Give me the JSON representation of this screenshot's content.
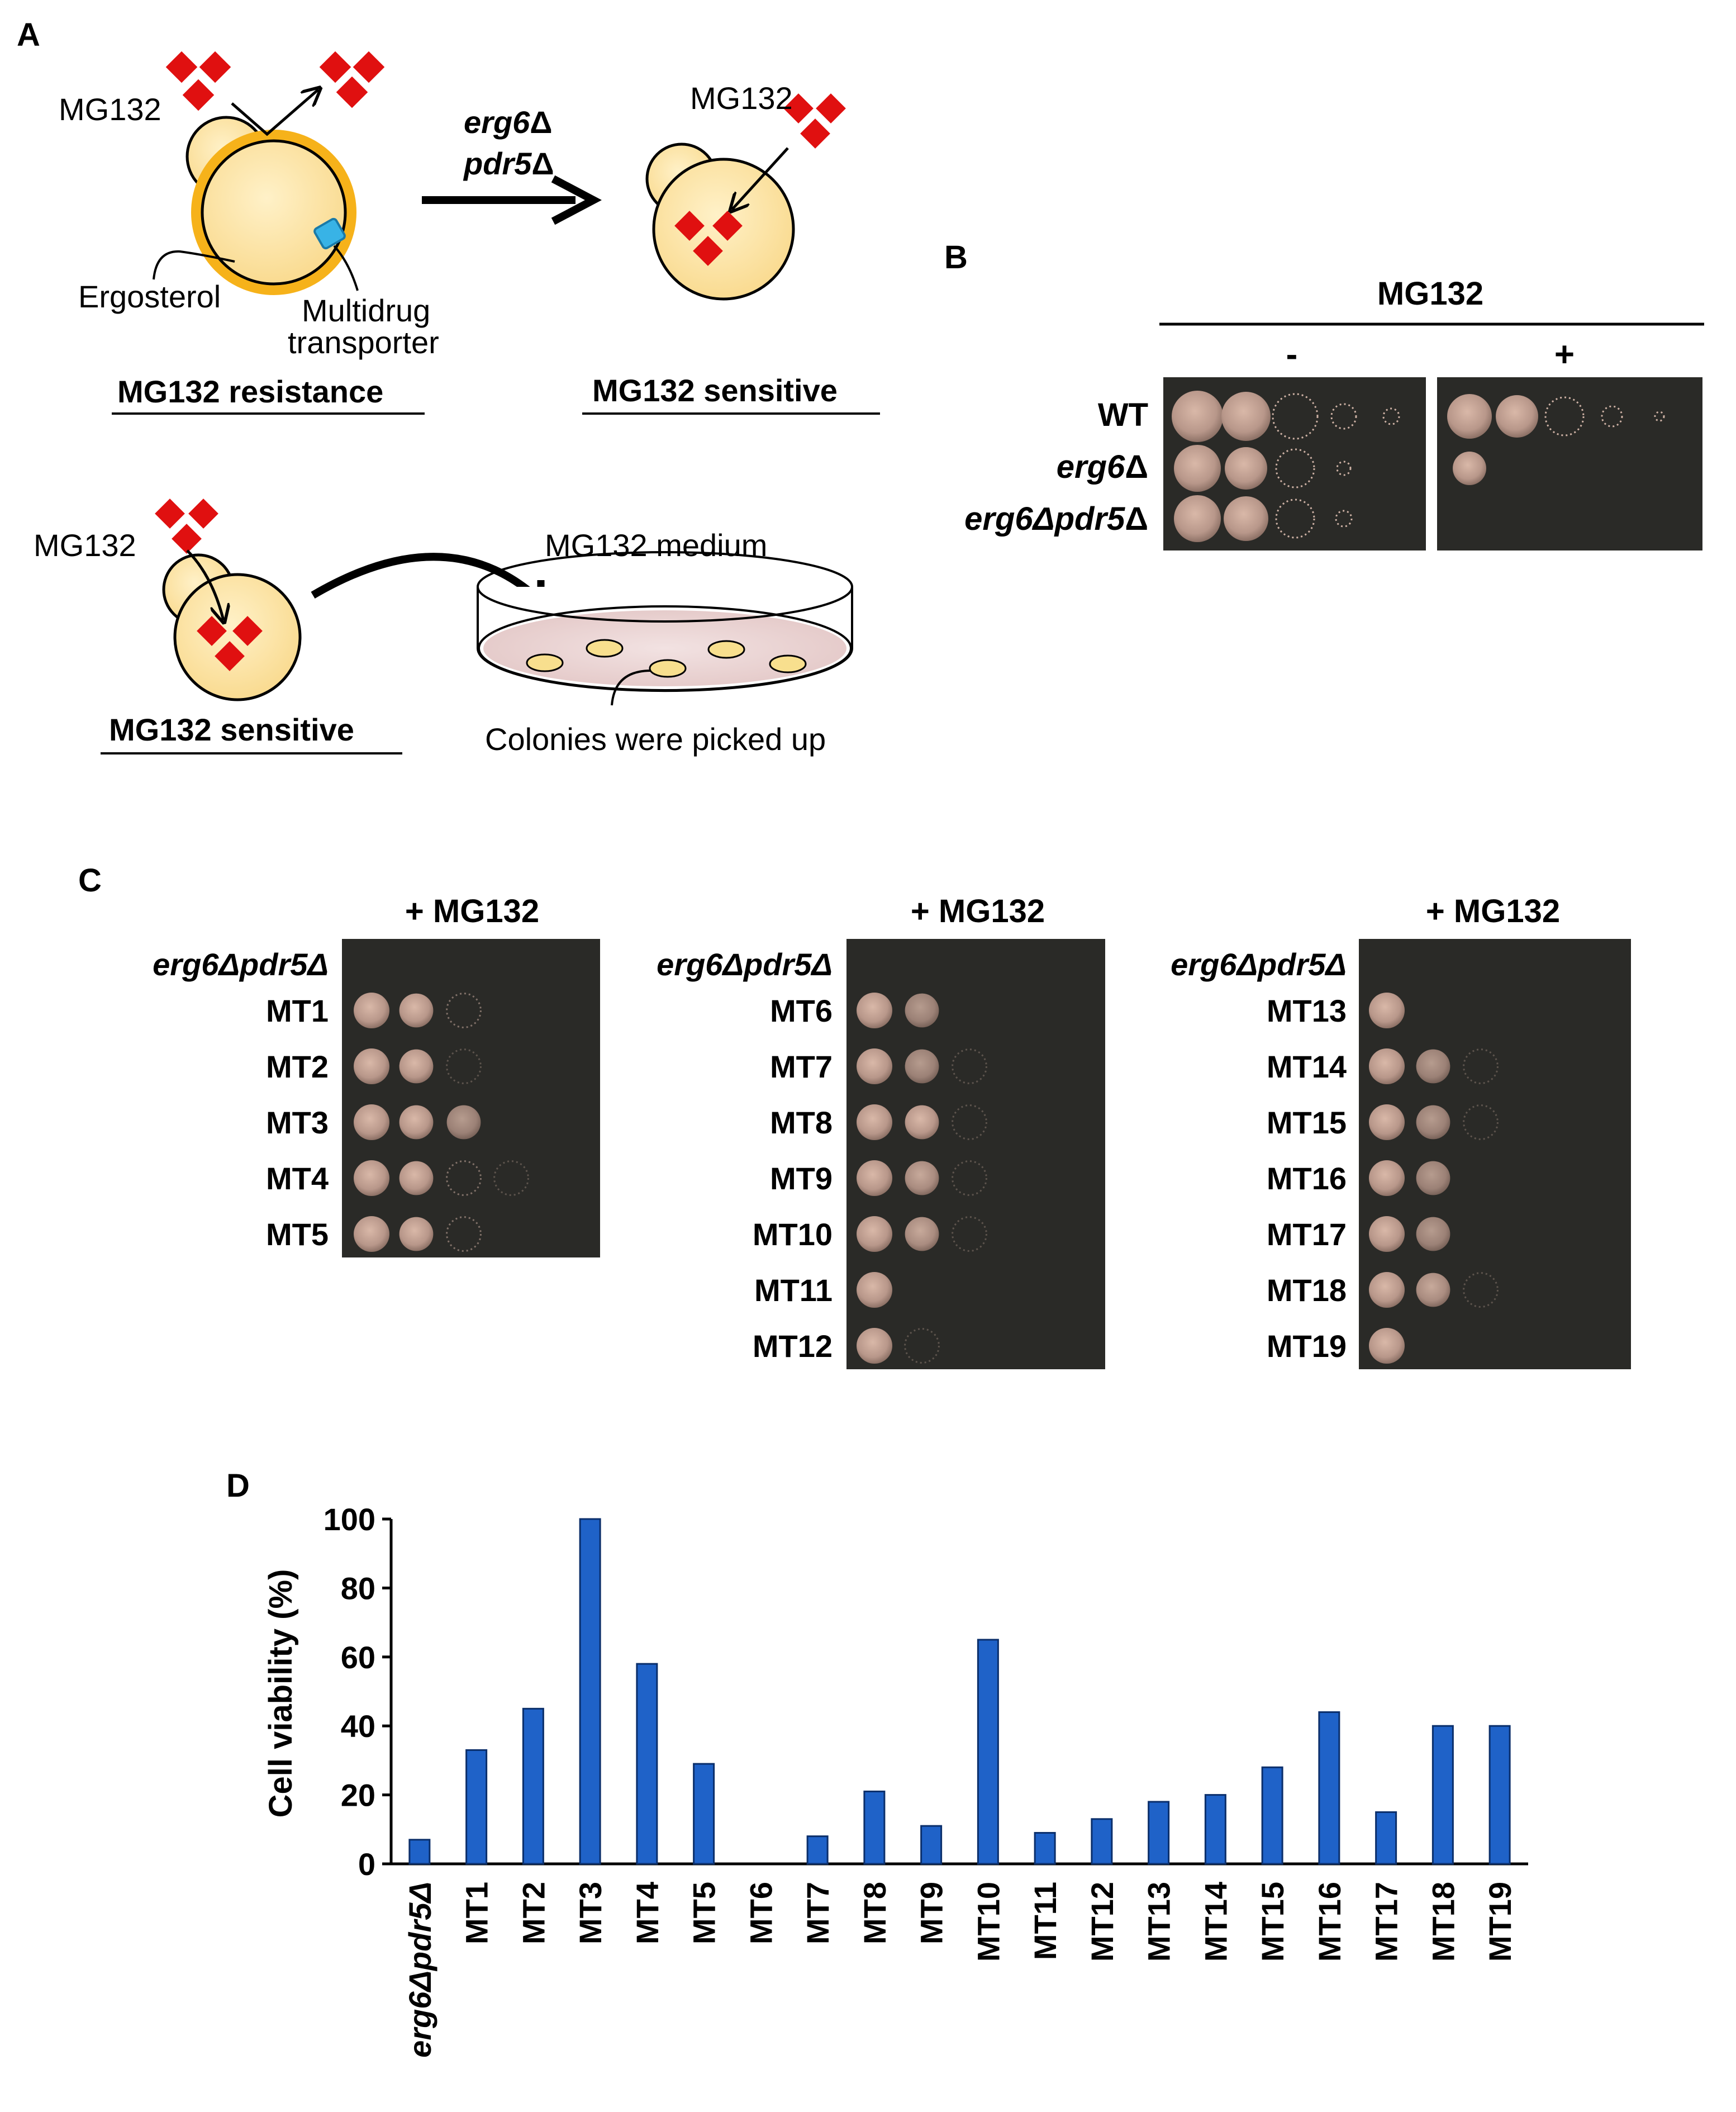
{
  "panels": {
    "a": "A",
    "b": "B",
    "c": "C",
    "d": "D"
  },
  "panel_a": {
    "mg132": "MG132",
    "cond_line1": "erg6",
    "cond_line2": "pdr5",
    "delta": "Δ",
    "ergosterol": "Ergosterol",
    "transporter_line1": "Multidrug",
    "transporter_line2": "transporter",
    "resistance": "MG132 resistance",
    "sensitive": "MG132 sensitive",
    "medium": "MG132 medium",
    "colonies": "Colonies were picked up"
  },
  "panel_b": {
    "header": "MG132",
    "minus": "-",
    "plus": "+",
    "rows": [
      {
        "pre": "WT",
        "it": "",
        "tail": ""
      },
      {
        "pre": "",
        "it": "erg6",
        "tail": "Δ"
      },
      {
        "pre": "",
        "it": "erg6Δpdr5",
        "tail": "Δ"
      }
    ]
  },
  "panel_c": {
    "header": "+ MG132",
    "parent": "erg6Δpdr5Δ",
    "plates": [
      [
        "MT1",
        "MT2",
        "MT3",
        "MT4",
        "MT5"
      ],
      [
        "MT6",
        "MT7",
        "MT8",
        "MT9",
        "MT10",
        "MT11",
        "MT12"
      ],
      [
        "MT13",
        "MT14",
        "MT15",
        "MT16",
        "MT17",
        "MT18",
        "MT19"
      ]
    ]
  },
  "chart_data": {
    "type": "bar",
    "ylabel": "Cell viability (%)",
    "ylim": [
      0,
      100
    ],
    "yticks": [
      0,
      20,
      40,
      60,
      80,
      100
    ],
    "color": "#1f62c8",
    "categories": [
      "erg6Δpdr5Δ",
      "MT1",
      "MT2",
      "MT3",
      "MT4",
      "MT5",
      "MT6",
      "MT7",
      "MT8",
      "MT9",
      "MT10",
      "MT11",
      "MT12",
      "MT13",
      "MT14",
      "MT15",
      "MT16",
      "MT17",
      "MT18",
      "MT19"
    ],
    "values": [
      7,
      33,
      45,
      100,
      58,
      29,
      0,
      8,
      21,
      11,
      65,
      9,
      13,
      18,
      20,
      28,
      44,
      15,
      40,
      40
    ]
  }
}
